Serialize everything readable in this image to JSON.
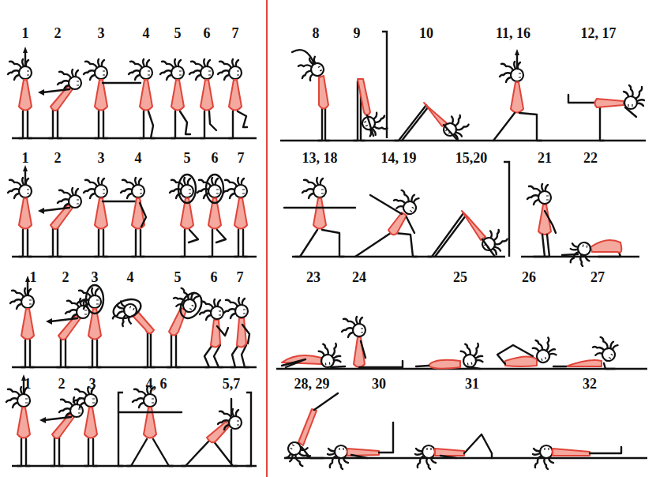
{
  "diagram": {
    "labels": [
      "1",
      "2",
      "3",
      "4",
      "5",
      "6",
      "7",
      "1",
      "2",
      "3",
      "4",
      "5",
      "6",
      "7",
      "1",
      "2",
      "3",
      "4",
      "5",
      "6",
      "7",
      "1",
      "2",
      "3",
      "4, 6",
      "5,7",
      "8",
      "9",
      "10",
      "11, 16",
      "12, 17",
      "13, 18",
      "14, 19",
      "15,20",
      "21",
      "22",
      "23",
      "24",
      "25",
      "26",
      "27",
      "28, 29",
      "30",
      "31",
      "32"
    ]
  }
}
